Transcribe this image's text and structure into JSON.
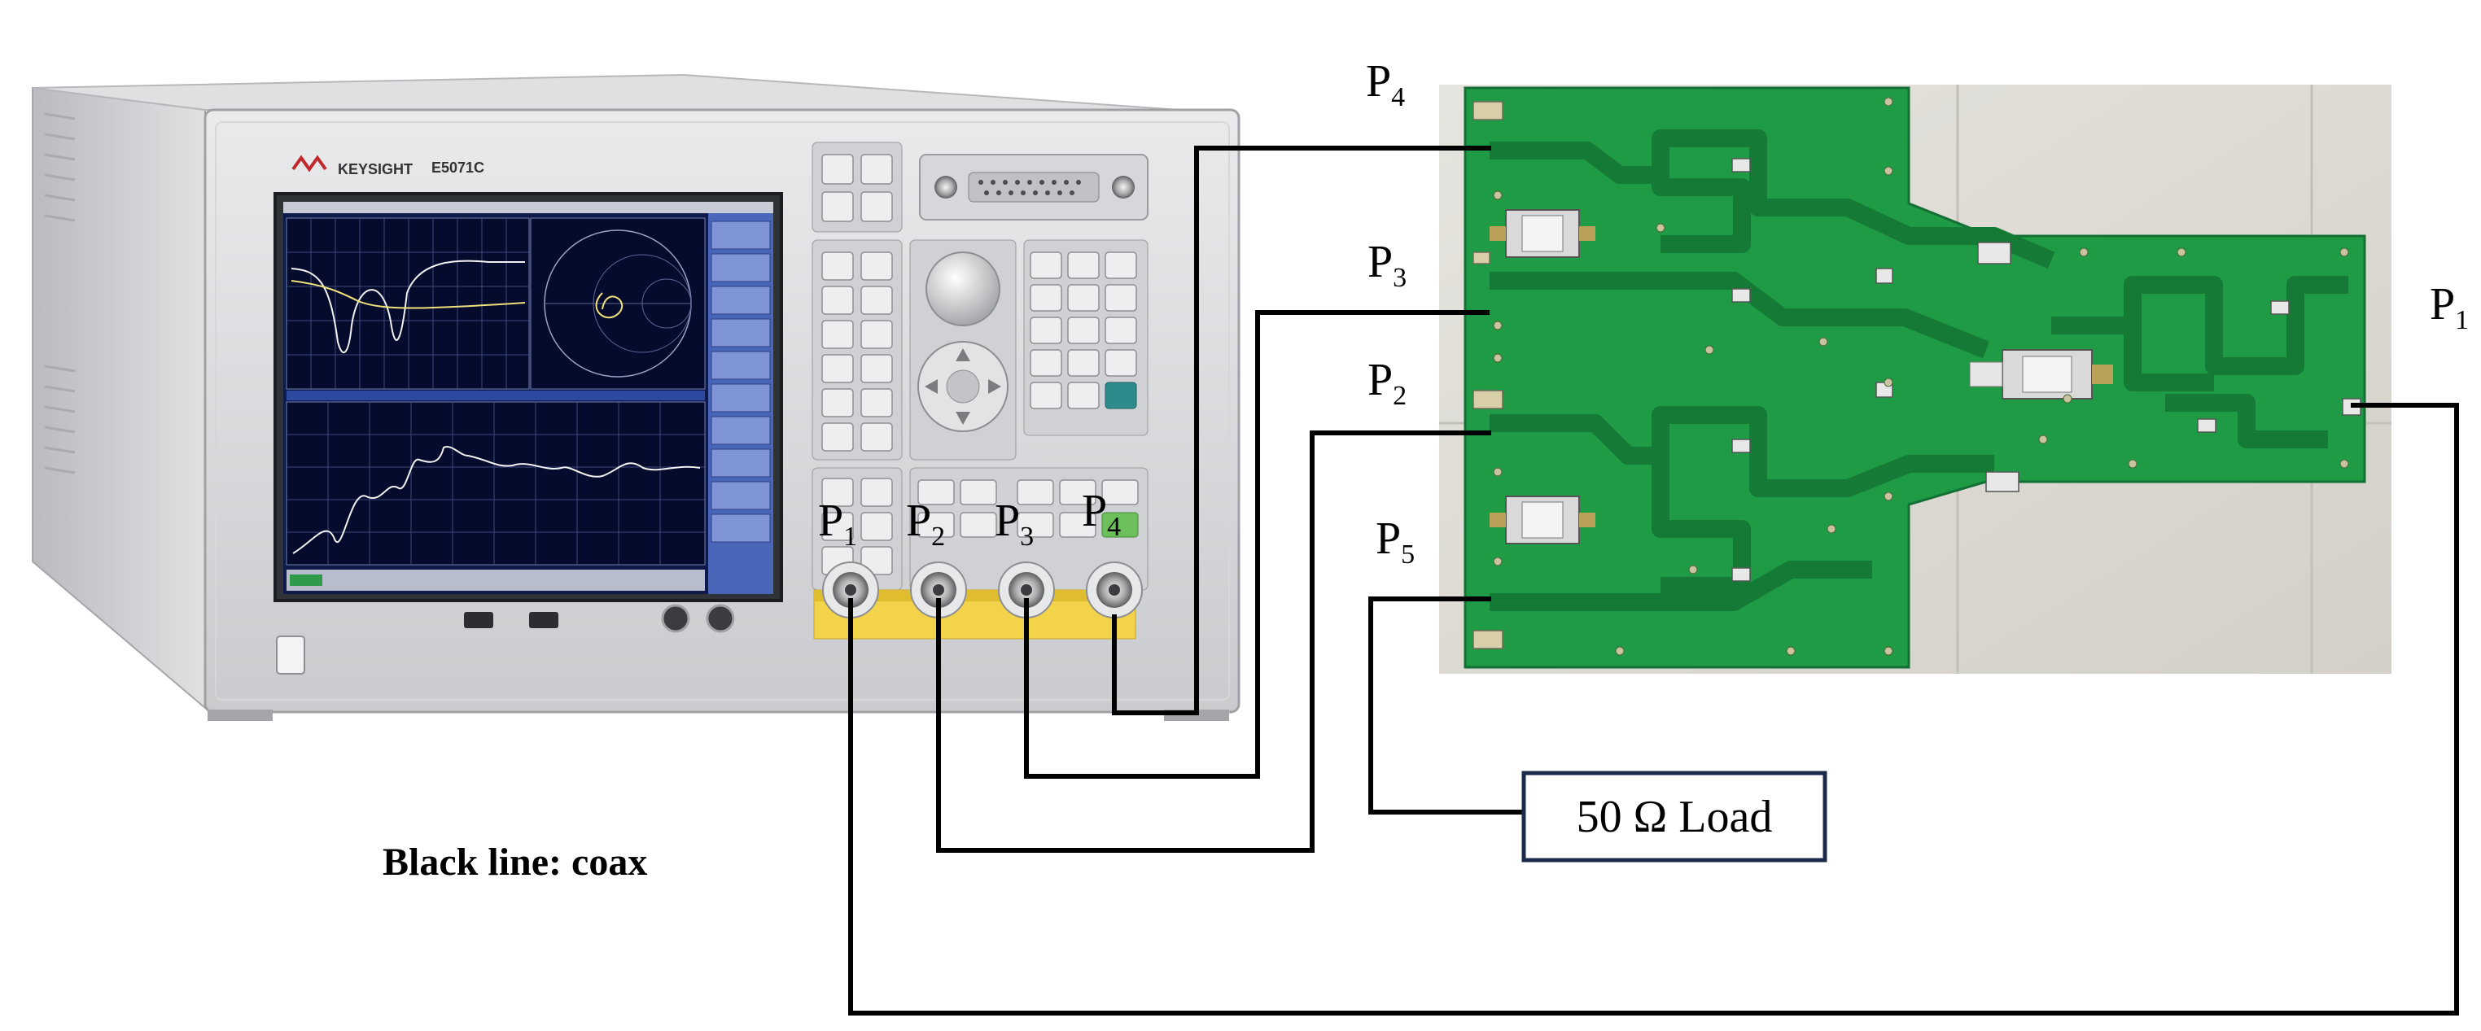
{
  "instrument": {
    "brand": "KEYSIGHT",
    "model": "E5071C",
    "front_ports": [
      {
        "name": "P",
        "sub": "1"
      },
      {
        "name": "P",
        "sub": "2"
      },
      {
        "name": "P",
        "sub": "3"
      },
      {
        "name": "P",
        "sub": "4"
      }
    ]
  },
  "board_ports": {
    "p4": {
      "name": "P",
      "sub": "4"
    },
    "p3": {
      "name": "P",
      "sub": "3"
    },
    "p2": {
      "name": "P",
      "sub": "2"
    },
    "p5": {
      "name": "P",
      "sub": "5"
    },
    "p1": {
      "name": "P",
      "sub": "1"
    }
  },
  "load_label": "50 Ω Load",
  "legend_text": "Black line: coax",
  "colors": {
    "cable": "#000000",
    "pcb": "#1f9a45",
    "trace": "#0f7a32",
    "load_border": "#1b2a4a"
  }
}
